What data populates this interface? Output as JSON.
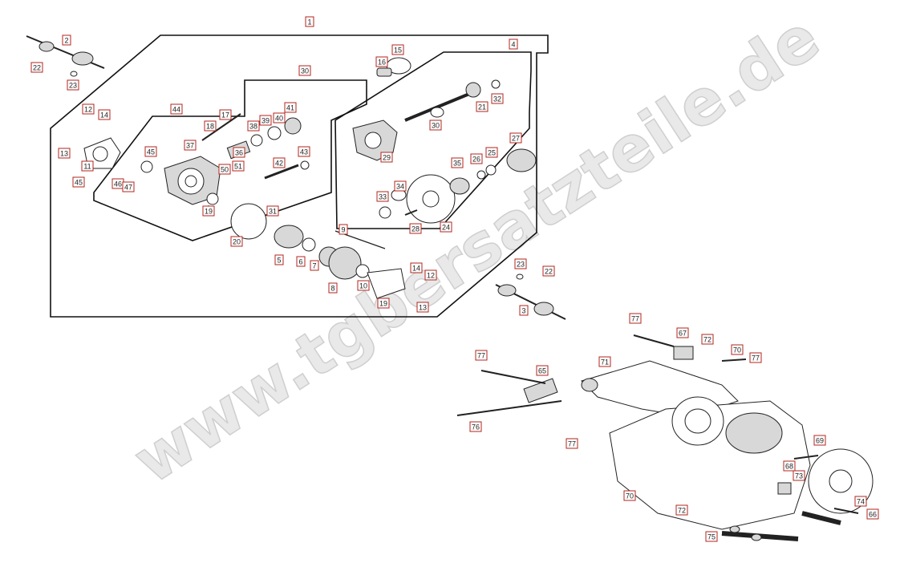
{
  "watermark": "www.tgbersatzteile.de",
  "callouts": [
    {
      "id": "c1",
      "label": "1"
    },
    {
      "id": "c2a",
      "label": "2"
    },
    {
      "id": "c22a",
      "label": "22"
    },
    {
      "id": "c23a",
      "label": "23"
    },
    {
      "id": "c4",
      "label": "4"
    },
    {
      "id": "c15",
      "label": "15"
    },
    {
      "id": "c16",
      "label": "16"
    },
    {
      "id": "c30",
      "label": "30"
    },
    {
      "id": "c12a",
      "label": "12"
    },
    {
      "id": "c14a",
      "label": "14"
    },
    {
      "id": "c13a",
      "label": "13"
    },
    {
      "id": "c11",
      "label": "11"
    },
    {
      "id": "c44",
      "label": "44"
    },
    {
      "id": "c45a",
      "label": "45"
    },
    {
      "id": "c46",
      "label": "46"
    },
    {
      "id": "c47",
      "label": "47"
    },
    {
      "id": "c45b",
      "label": "45"
    },
    {
      "id": "c37",
      "label": "37"
    },
    {
      "id": "c18",
      "label": "18"
    },
    {
      "id": "c17",
      "label": "17"
    },
    {
      "id": "c38",
      "label": "38"
    },
    {
      "id": "c39",
      "label": "39"
    },
    {
      "id": "c40",
      "label": "40"
    },
    {
      "id": "c41",
      "label": "41"
    },
    {
      "id": "c36",
      "label": "36"
    },
    {
      "id": "c50",
      "label": "50"
    },
    {
      "id": "c51",
      "label": "51"
    },
    {
      "id": "c42",
      "label": "42"
    },
    {
      "id": "c43",
      "label": "43"
    },
    {
      "id": "c19a",
      "label": "19"
    },
    {
      "id": "c31",
      "label": "31"
    },
    {
      "id": "c20",
      "label": "20"
    },
    {
      "id": "c5",
      "label": "5"
    },
    {
      "id": "c6",
      "label": "6"
    },
    {
      "id": "c7",
      "label": "7"
    },
    {
      "id": "c9",
      "label": "9"
    },
    {
      "id": "c8",
      "label": "8"
    },
    {
      "id": "c10",
      "label": "10"
    },
    {
      "id": "c19b",
      "label": "19"
    },
    {
      "id": "c14b",
      "label": "14"
    },
    {
      "id": "c12b",
      "label": "12"
    },
    {
      "id": "c13b",
      "label": "13"
    },
    {
      "id": "c32",
      "label": "32"
    },
    {
      "id": "c21",
      "label": "21"
    },
    {
      "id": "c30b",
      "label": "30"
    },
    {
      "id": "c29",
      "label": "29"
    },
    {
      "id": "c27",
      "label": "27"
    },
    {
      "id": "c26",
      "label": "26"
    },
    {
      "id": "c25",
      "label": "25"
    },
    {
      "id": "c35",
      "label": "35"
    },
    {
      "id": "c34",
      "label": "34"
    },
    {
      "id": "c33",
      "label": "33"
    },
    {
      "id": "c28",
      "label": "28"
    },
    {
      "id": "c24",
      "label": "24"
    },
    {
      "id": "c23b",
      "label": "23"
    },
    {
      "id": "c22b",
      "label": "22"
    },
    {
      "id": "c3",
      "label": "3"
    },
    {
      "id": "c77a",
      "label": "77"
    },
    {
      "id": "c67",
      "label": "67"
    },
    {
      "id": "c72a",
      "label": "72"
    },
    {
      "id": "c70a",
      "label": "70"
    },
    {
      "id": "c77b",
      "label": "77"
    },
    {
      "id": "c77c",
      "label": "77"
    },
    {
      "id": "c65",
      "label": "65"
    },
    {
      "id": "c71",
      "label": "71"
    },
    {
      "id": "c76",
      "label": "76"
    },
    {
      "id": "c77d",
      "label": "77"
    },
    {
      "id": "c69",
      "label": "69"
    },
    {
      "id": "c68",
      "label": "68"
    },
    {
      "id": "c73",
      "label": "73"
    },
    {
      "id": "c70b",
      "label": "70"
    },
    {
      "id": "c72b",
      "label": "72"
    },
    {
      "id": "c74",
      "label": "74"
    },
    {
      "id": "c66",
      "label": "66"
    },
    {
      "id": "c75",
      "label": "75"
    }
  ]
}
